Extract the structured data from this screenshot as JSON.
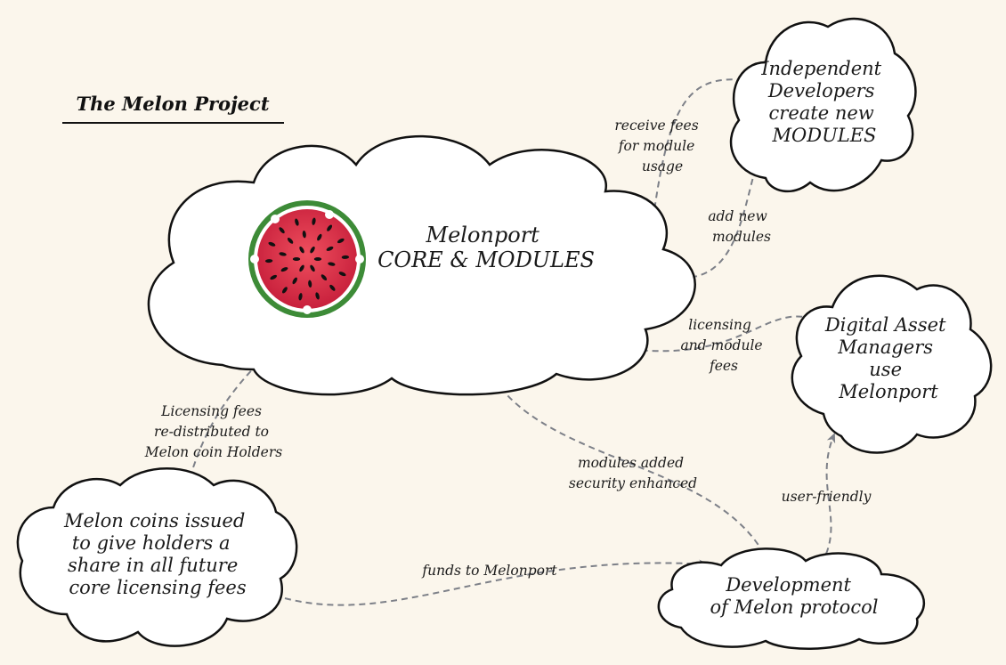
{
  "title": "The Melon Project",
  "core": {
    "lines": [
      "Melonport",
      "CORE & MODULES"
    ]
  },
  "developers": {
    "lines": [
      "Independent",
      "Developers",
      "create new",
      "MODULES"
    ]
  },
  "managers": {
    "lines": [
      "Digital Asset",
      "Managers",
      "use",
      "Melonport"
    ]
  },
  "coins": {
    "lines": [
      "Melon coins issued",
      "to give holders a",
      "share in all future",
      "core licensing fees"
    ]
  },
  "development": {
    "lines": [
      "Development",
      "of  Melon protocol"
    ]
  },
  "labels": {
    "receive_fees": [
      "receive fees",
      "for module",
      "usage"
    ],
    "add_modules": [
      "add new",
      "modules"
    ],
    "licensing_module": [
      "licensing",
      "and module",
      "fees"
    ],
    "licensing_fees": [
      "Licensing fees",
      "re-distributed to",
      "Melon coin Holders"
    ],
    "modules_added": [
      "modules added",
      "security enhanced"
    ],
    "user_friendly": [
      "user-friendly"
    ],
    "funds": [
      "funds to Melonport"
    ]
  },
  "colors": {
    "arrow": "#7d8088",
    "melon_rind": "#3d8b37",
    "melon_flesh": "#d92e45",
    "background": "#fbf6ec"
  },
  "icons": {
    "logo": "watermelon-logo-icon"
  }
}
